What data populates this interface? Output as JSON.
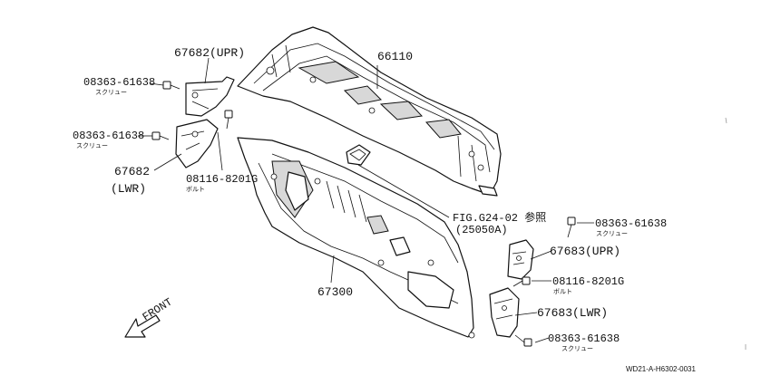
{
  "labels": {
    "cowl_top": "66110",
    "dash_panel": "67300",
    "bracket_upr_left": "67682(UPR)",
    "bracket_lwr_left_num": "67682",
    "bracket_lwr_left_pos": "(LWR)",
    "bracket_upr_right": "67683(UPR)",
    "bracket_lwr_right": "67683(LWR)",
    "screw_a": "08363-61638",
    "screw_a_jp": "スクリュー",
    "screw_b": "08363-61638",
    "screw_b_jp": "スクリュー",
    "bolt_left": "08116-8201G",
    "bolt_left_jp": "ボルト",
    "screw_c": "08363-61638",
    "screw_c_jp": "スクリュー",
    "bolt_right": "08116-8201G",
    "bolt_right_jp": "ボルト",
    "screw_d": "08363-61638",
    "screw_d_jp": "スクリュー",
    "fig_ref": "FIG.G24-02 参照",
    "fig_ref_part": "(25050A)",
    "front": "FRONT",
    "drawing_code": "WD21-A-H6302-0031"
  },
  "icons": {
    "front_arrow": "arrow-down-left-icon"
  }
}
